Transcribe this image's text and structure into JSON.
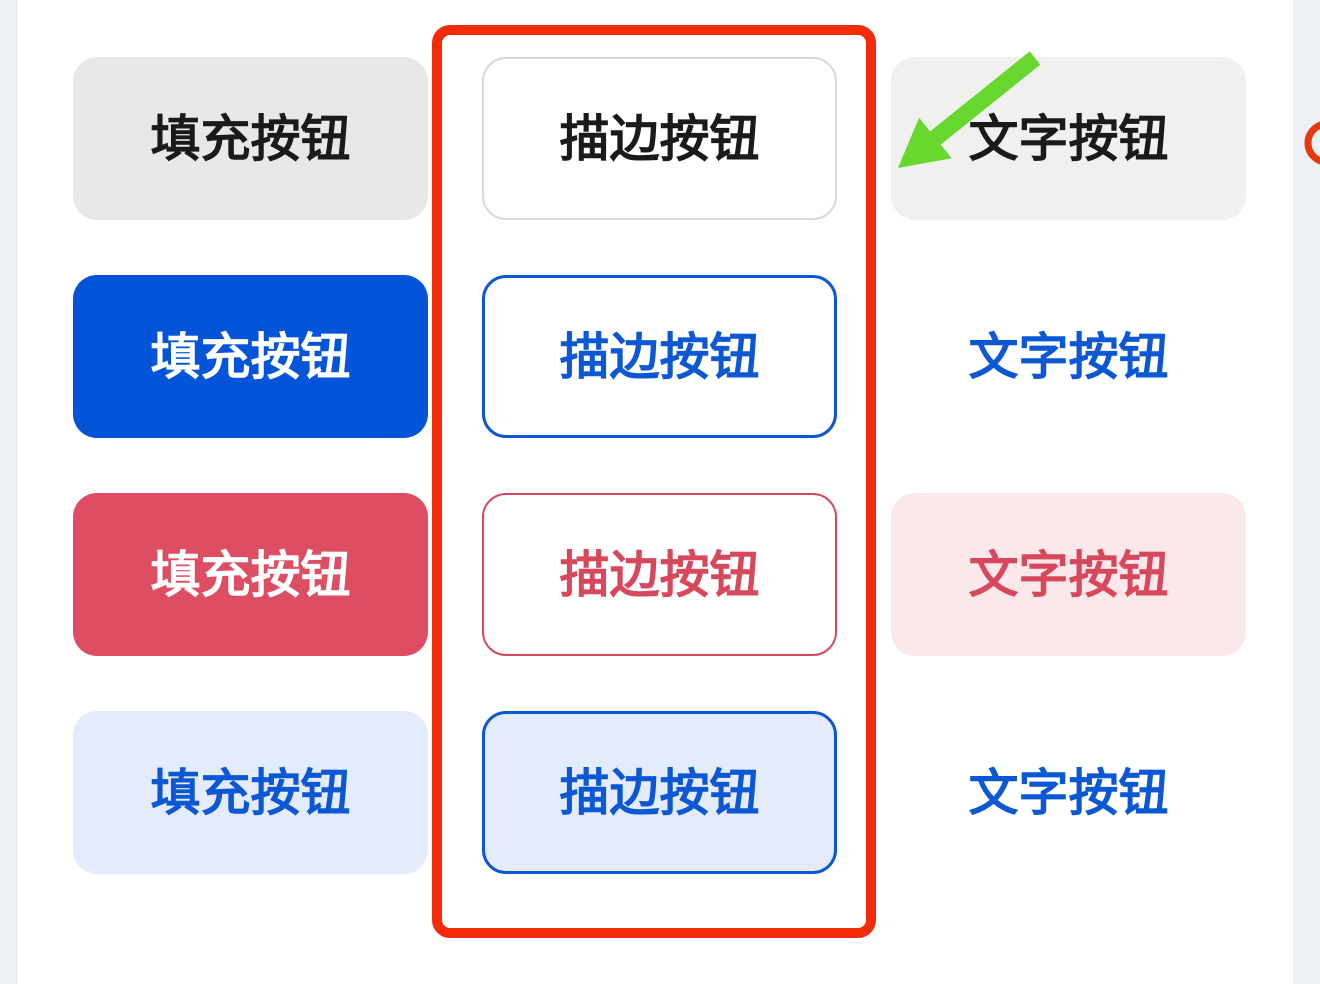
{
  "page": {
    "background_color": "#edf1f5",
    "card_color": "#ffffff"
  },
  "button_grid": {
    "rows": [
      {
        "variant": "default",
        "fill": {
          "label": "填充按钮",
          "bg": "#e8e8e7",
          "color": "#1a1a1a"
        },
        "outline": {
          "label": "描边按钮",
          "bg": "#ffffff",
          "border": "#d9d9d8",
          "color": "#1a1a1a"
        },
        "text": {
          "label": "文字按钮",
          "bg": "#f0f0ef",
          "color": "#1a1a1a"
        }
      },
      {
        "variant": "primary",
        "fill": {
          "label": "填充按钮",
          "bg": "#0354d8",
          "color": "#ffffff"
        },
        "outline": {
          "label": "描边按钮",
          "bg": "#ffffff",
          "border": "#0b57d4",
          "color": "#0b57d4"
        },
        "text": {
          "label": "文字按钮",
          "bg": "transparent",
          "color": "#0b57d4"
        }
      },
      {
        "variant": "danger",
        "fill": {
          "label": "填充按钮",
          "bg": "#dd4e63",
          "color": "#ffffff"
        },
        "outline": {
          "label": "描边按钮",
          "bg": "#ffffff",
          "border": "#d8485d",
          "color": "#d8485d"
        },
        "text": {
          "label": "文字按钮",
          "bg": "#fbe8ea",
          "color": "#d8485d"
        }
      },
      {
        "variant": "tonal",
        "fill": {
          "label": "填充按钮",
          "bg": "#e4ecfb",
          "color": "#0b57d4"
        },
        "outline": {
          "label": "描边按钮",
          "bg": "#e4ecfb",
          "border": "#0b57d4",
          "color": "#0b57d4"
        },
        "text": {
          "label": "文字按钮",
          "bg": "transparent",
          "color": "#0b57d4"
        }
      }
    ]
  },
  "annotations": {
    "highlight_box": {
      "color": "#f42b08"
    },
    "arrow": {
      "color": "#68d72e"
    },
    "partial_circle": {
      "color": "#e8380d"
    }
  }
}
